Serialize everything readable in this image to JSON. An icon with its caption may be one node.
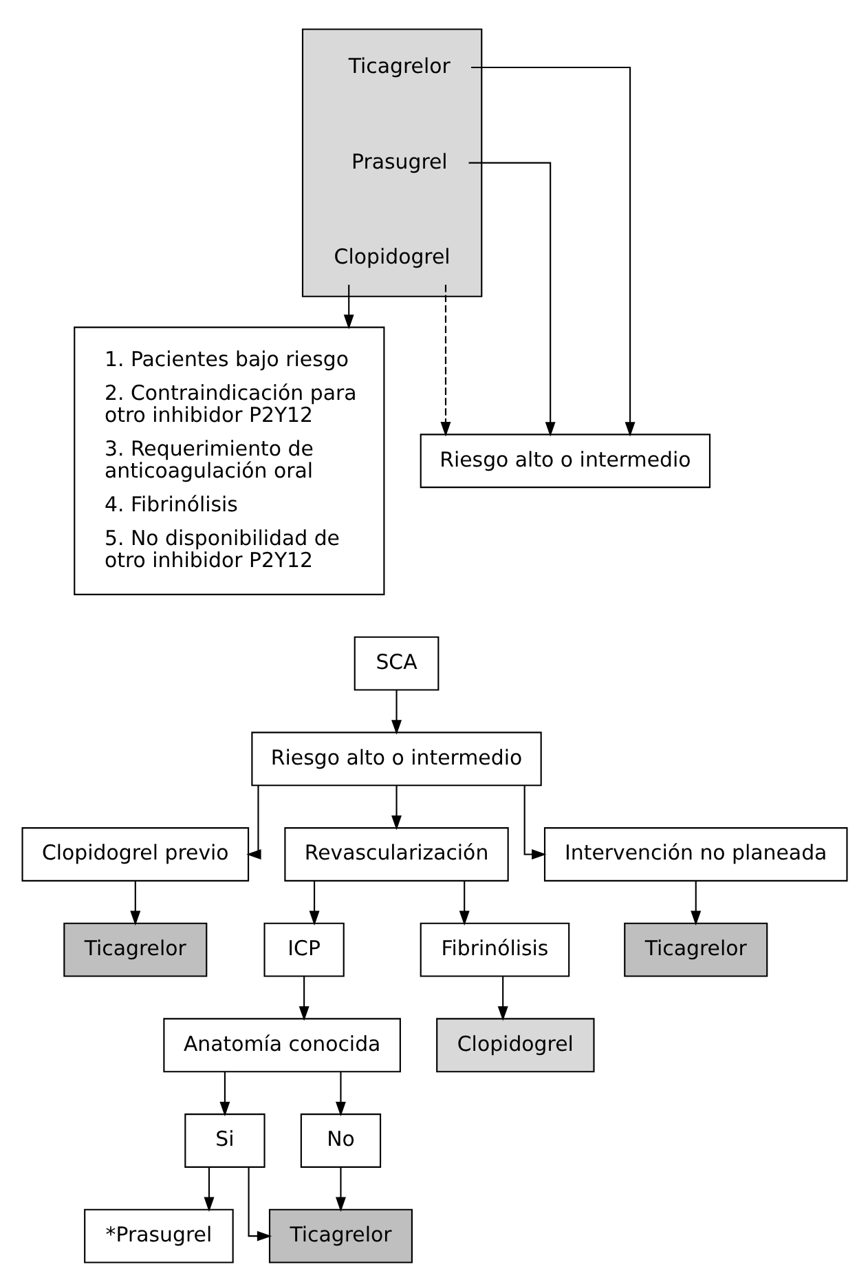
{
  "diagram": {
    "nodes": [
      {
        "text": [],
        "shape": "box"
      },
      {
        "text": [
          "Ticagrelor"
        ],
        "in": 0
      },
      {
        "text": [
          "Prasugrel"
        ],
        "in": 0
      },
      {
        "text": [
          "Clopidogrel"
        ],
        "in": 0
      },
      {
        "text": [
          "Riesgo alto o intermedio"
        ]
      },
      {
        "text": [
          "1. Pacientes bajo riesgo",
          "2. Contraindicación para otro inhibidor P2Y12",
          "3. Requerimiento de anticoagulación oral",
          "4. Fibrinólisis",
          "5. No disponibilidad de otro inhibidor P2Y12"
        ]
      },
      {
        "text": [
          "SCA"
        ]
      },
      {
        "text": [
          "Riesgo alto o intermedio"
        ]
      },
      {
        "text": [
          "Clopidogrel previo"
        ]
      },
      {
        "text": [
          "Revascularización"
        ]
      },
      {
        "text": [
          "Intervención no planeada"
        ]
      },
      {
        "text": [
          "Ticagrelor"
        ]
      },
      {
        "text": [
          "ICP"
        ]
      },
      {
        "text": [
          "Fibrinólisis"
        ]
      },
      {
        "text": [
          "Ticagrelor"
        ]
      },
      {
        "text": [
          "Anatomía conocida"
        ]
      },
      {
        "text": [
          "Clopidogrel"
        ]
      },
      {
        "text": [
          "Si"
        ]
      },
      {
        "text": [
          "No"
        ]
      },
      {
        "text": [
          "*Prasugrel"
        ]
      },
      {
        "text": [
          "Ticagrelor"
        ]
      }
    ],
    "edges": [
      {
        "from": 1,
        "to": 4,
        "arrow": "to"
      },
      {
        "from": 2,
        "to": 4,
        "arrow": "to"
      },
      {
        "from": 3,
        "to": 4,
        "arrow": "to",
        "style": "dashed"
      },
      {
        "from": 3,
        "to": 5,
        "arrow": "to"
      },
      {
        "from": 6,
        "to": 7,
        "arrow": "to"
      },
      {
        "from": 7,
        "to": 8,
        "arrow": "to"
      },
      {
        "from": 7,
        "to": 9,
        "arrow": "to"
      },
      {
        "from": 7,
        "to": 10,
        "arrow": "to"
      },
      {
        "from": 8,
        "to": 11,
        "arrow": "to"
      },
      {
        "from": 9,
        "to": 12,
        "arrow": "to"
      },
      {
        "from": 9,
        "to": 13,
        "arrow": "to"
      },
      {
        "from": 10,
        "to": 14,
        "arrow": "to"
      },
      {
        "from": 12,
        "to": 15,
        "arrow": "to"
      },
      {
        "from": 13,
        "to": 16,
        "arrow": "to"
      },
      {
        "from": 15,
        "to": 17,
        "arrow": "to"
      },
      {
        "from": 15,
        "to": 18,
        "arrow": "to"
      },
      {
        "from": 17,
        "to": 19,
        "arrow": "to"
      },
      {
        "from": 17,
        "to": 20,
        "arrow": "to"
      },
      {
        "from": 18,
        "to": 20,
        "arrow": "to"
      }
    ]
  }
}
